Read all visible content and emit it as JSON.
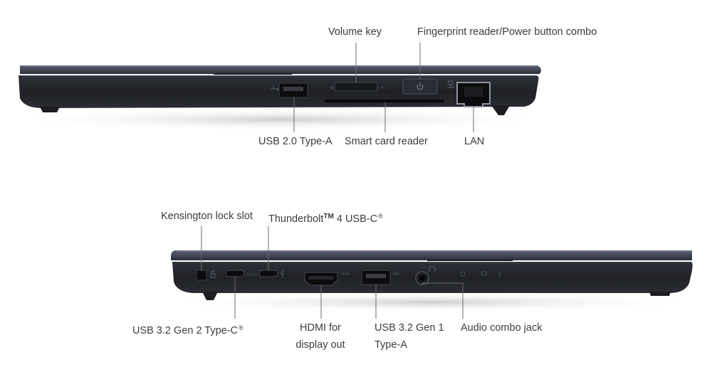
{
  "right_side": {
    "callouts": {
      "volume_key": "Volume key",
      "fingerprint_power": "Fingerprint reader/Power button combo",
      "usb2_typea": "USB 2.0 Type-A",
      "smart_card_reader": "Smart card reader",
      "lan": "LAN"
    }
  },
  "left_side": {
    "callouts": {
      "kensington": "Kensington lock slot",
      "thunderbolt_name": "Thunderbolt",
      "thunderbolt_tm": "TM",
      "thunderbolt_rest": " 4 USB-C",
      "thunderbolt_reg": "®",
      "usb32gen2_typec": "USB 3.2 Gen 2 Type-C",
      "usb32gen2_reg": "®",
      "hdmi_line1": "HDMI for",
      "hdmi_line2": "display out",
      "usb32gen1_line1": "USB 3.2 Gen 1",
      "usb32gen1_line2": "Type-A",
      "audio": "Audio combo jack"
    }
  },
  "colors": {
    "chassis_top": "#3a3f4e",
    "chassis_body": "#24262c",
    "chassis_edge": "#50556a",
    "port_dark": "#0c0c0e",
    "leader_line": "#6b6b6b",
    "label_text": "#3c3c3c"
  },
  "icons": [
    "usb-symbol-icon",
    "power-icon",
    "network-icon",
    "lock-icon",
    "thunderbolt-icon",
    "headset-icon",
    "led-icon"
  ]
}
